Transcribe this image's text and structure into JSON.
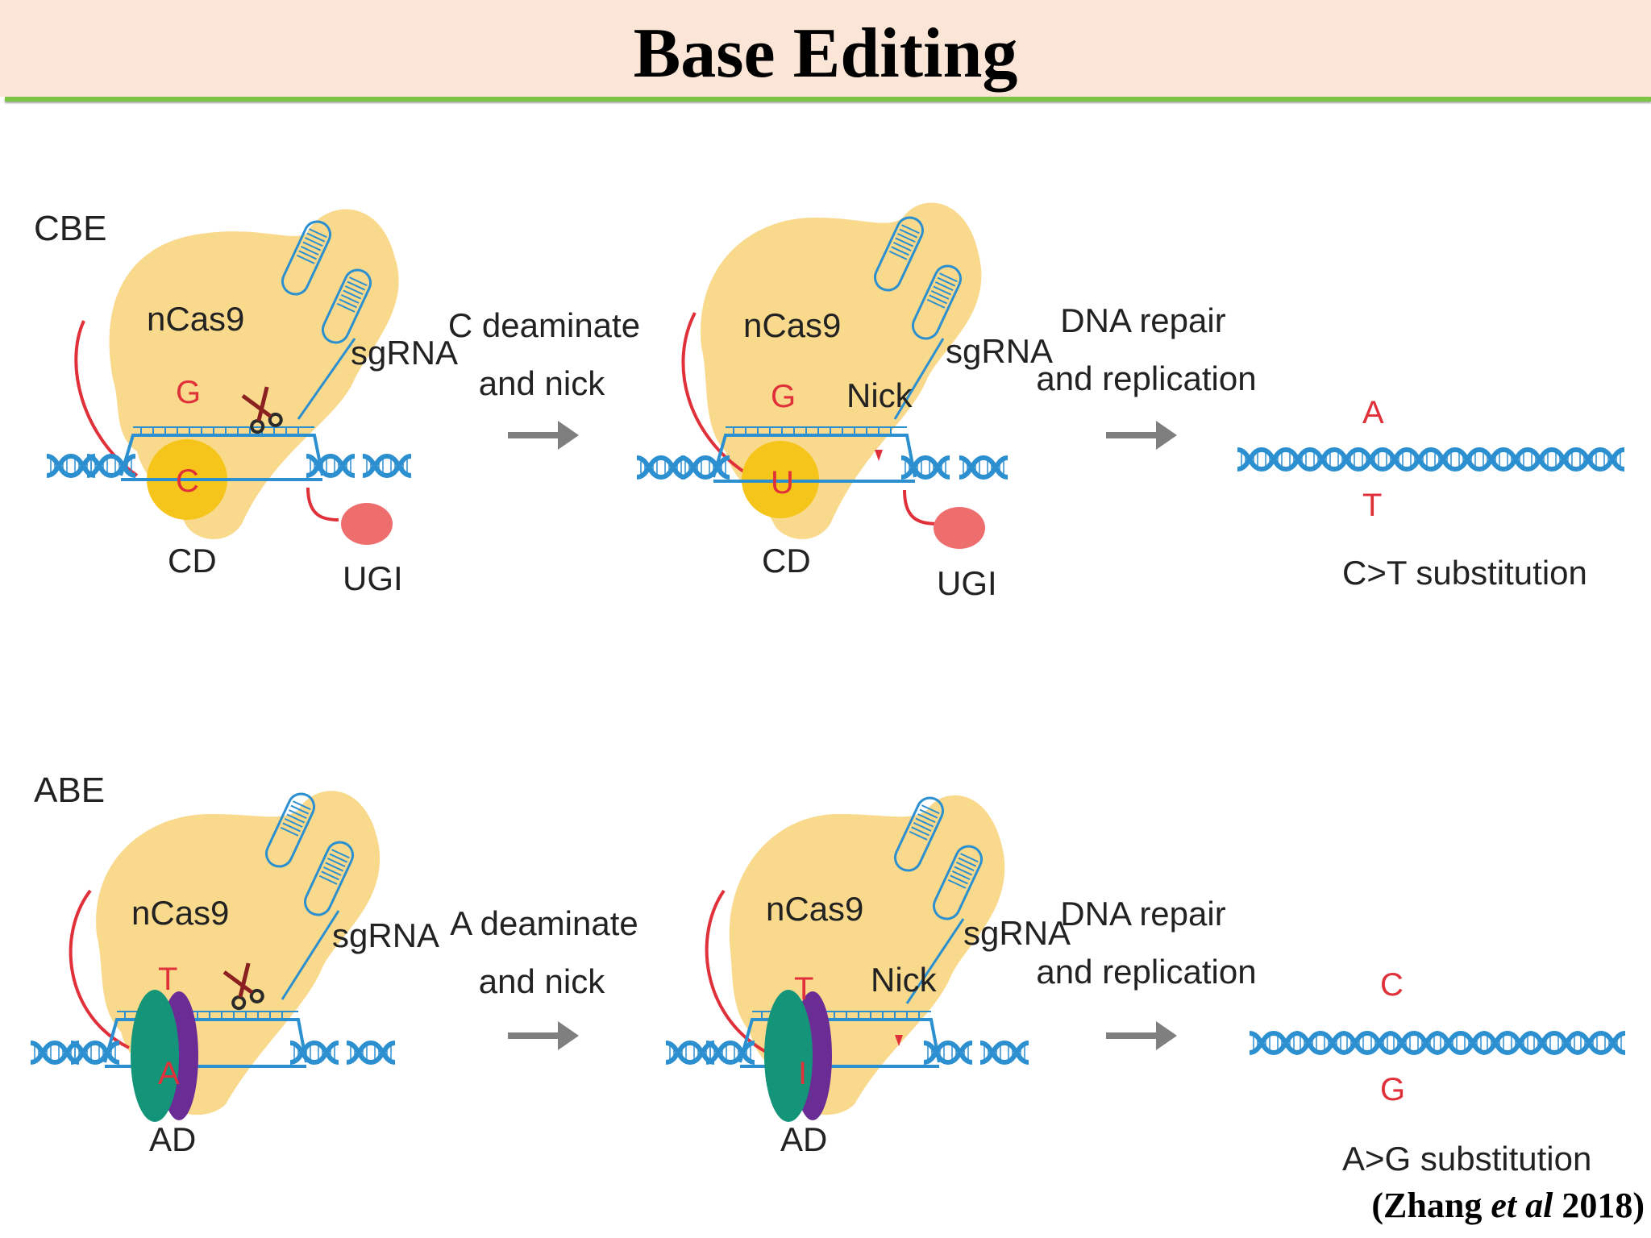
{
  "title": "Base Editing",
  "citation": {
    "prefix": "(Zhang ",
    "italic": "et al",
    "suffix": " 2018)"
  },
  "colors": {
    "protein": "#f9d98c",
    "deaminase_cd": "#f6c51b",
    "dna": "#2b8fd0",
    "red": "#e0303a",
    "ugi": "#ee6e6e",
    "ad_green": "#14957a",
    "ad_purple": "#6a2d95",
    "arrow": "#7f7f7f",
    "title_bg": "#fbe5d6",
    "title_rule": "#7cc444"
  },
  "cbe": {
    "label": "CBE",
    "panel1": {
      "protein": "nCas9",
      "guide": "sgRNA",
      "base_top": "G",
      "base_bottom": "C",
      "deaminase": "CD",
      "inhibitor": "UGI",
      "icon": "scissors-icon"
    },
    "step1": {
      "line1": "C deaminate",
      "line2": "and nick"
    },
    "panel2": {
      "protein": "nCas9",
      "guide": "sgRNA",
      "base_top": "G",
      "base_bottom": "U",
      "nick": "Nick",
      "deaminase": "CD",
      "inhibitor": "UGI"
    },
    "step2": {
      "line1": "DNA repair",
      "line2": "and replication"
    },
    "result": {
      "base_top": "A",
      "base_bottom": "T",
      "caption": "C>T substitution"
    }
  },
  "abe": {
    "label": "ABE",
    "panel1": {
      "protein": "nCas9",
      "guide": "sgRNA",
      "base_top": "T",
      "base_bottom": "A",
      "deaminase": "AD",
      "icon": "scissors-icon"
    },
    "step1": {
      "line1": "A deaminate",
      "line2": "and nick"
    },
    "panel2": {
      "protein": "nCas9",
      "guide": "sgRNA",
      "base_top": "T",
      "base_bottom": "I",
      "nick": "Nick",
      "deaminase": "AD"
    },
    "step2": {
      "line1": "DNA repair",
      "line2": "and replication"
    },
    "result": {
      "base_top": "C",
      "base_bottom": "G",
      "caption": "A>G substitution"
    }
  }
}
